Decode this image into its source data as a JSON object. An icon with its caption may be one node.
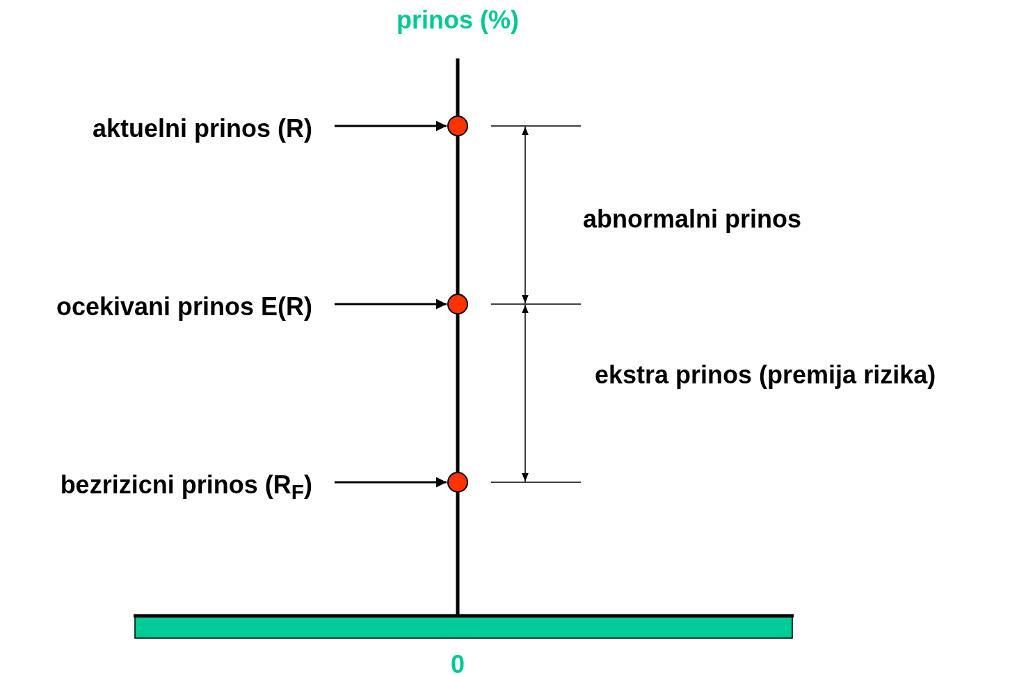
{
  "diagram": {
    "nodes": [
      {
        "text": [
          "aktuelni prinos (R)"
        ]
      },
      {
        "text": [],
        "shape": "circle"
      },
      {
        "text": [
          "ocekivani prinos E(R)"
        ]
      },
      {
        "text": [],
        "shape": "circle"
      },
      {
        "text": [
          "bezrizicni prinos (R$_{F}$)"
        ]
      },
      {
        "text": [],
        "shape": "circle"
      }
    ],
    "edges": [
      {
        "from": 0,
        "to": 1,
        "arrow": "to"
      },
      {
        "from": 2,
        "to": 3,
        "arrow": "to"
      },
      {
        "from": 4,
        "to": 5,
        "arrow": "to"
      }
    ],
    "labels": [
      "prinos (%)",
      "abnormalni prinos",
      "ekstra prinos (premija rizika)",
      "0"
    ]
  }
}
